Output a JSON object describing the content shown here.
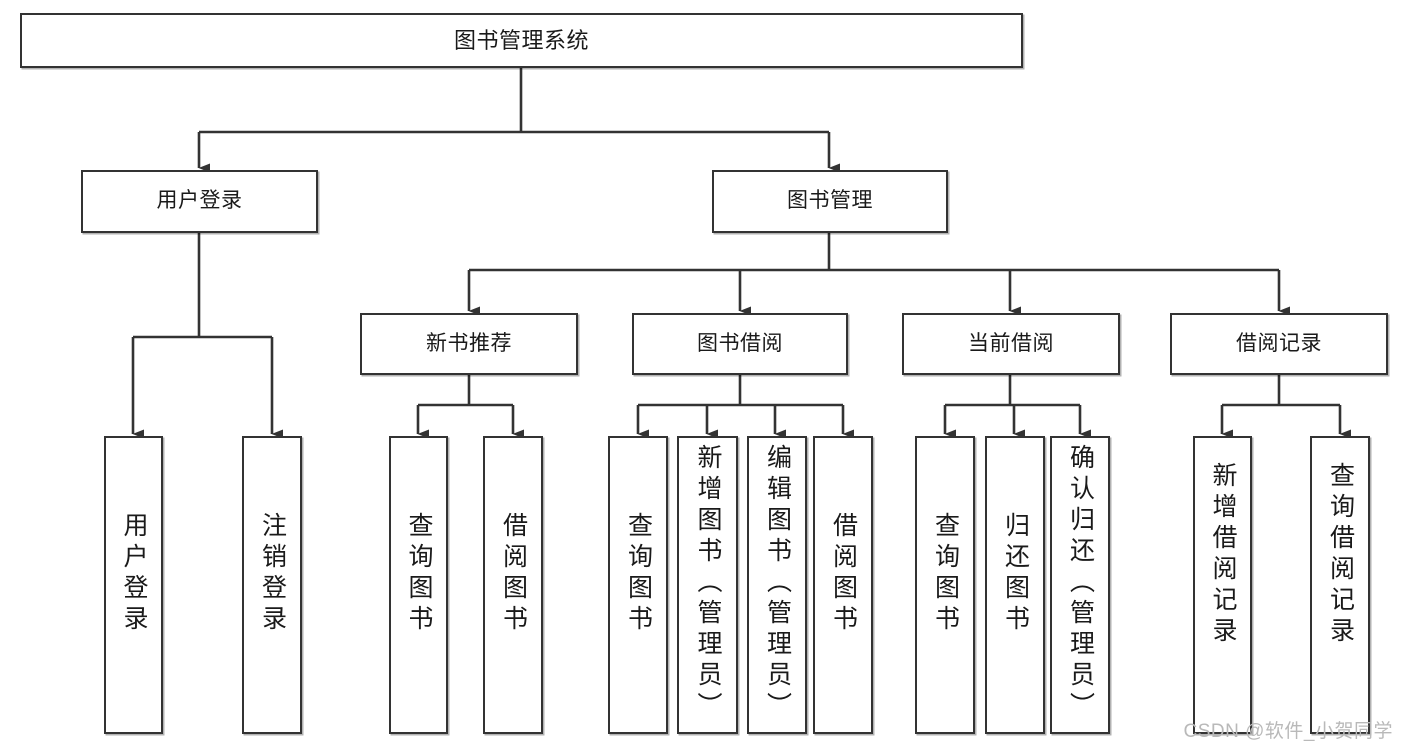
{
  "diagram": {
    "title": "图书管理系统",
    "type": "tree",
    "colors": {
      "stroke": "#333333",
      "box_fill": "#ffffff",
      "text": "#1a1a1a",
      "background": "#ffffff",
      "watermark": "#b9b9b9"
    },
    "levels": {
      "root": {
        "label": "图书管理系统"
      },
      "level2": [
        {
          "label": "用户登录"
        },
        {
          "label": "图书管理"
        }
      ],
      "level3": [
        {
          "label": "新书推荐"
        },
        {
          "label": "图书借阅"
        },
        {
          "label": "当前借阅"
        },
        {
          "label": "借阅记录"
        }
      ],
      "leaves": {
        "user_login": [
          {
            "label": "用户登录"
          },
          {
            "label": "注销登录"
          }
        ],
        "new_book_recommend": [
          {
            "label": "查询图书"
          },
          {
            "label": "借阅图书"
          }
        ],
        "book_borrow": [
          {
            "label": "查询图书"
          },
          {
            "label": "新增图书（管理员）"
          },
          {
            "label": "编辑图书（管理员）"
          },
          {
            "label": "借阅图书"
          }
        ],
        "current_borrow": [
          {
            "label": "查询图书"
          },
          {
            "label": "归还图书"
          },
          {
            "label": "确认归还（管理员）"
          }
        ],
        "borrow_record": [
          {
            "label": "新增借阅记录"
          },
          {
            "label": "查询借阅记录"
          }
        ]
      }
    }
  },
  "watermark": {
    "text": "CSDN @软件_小贺同学"
  }
}
